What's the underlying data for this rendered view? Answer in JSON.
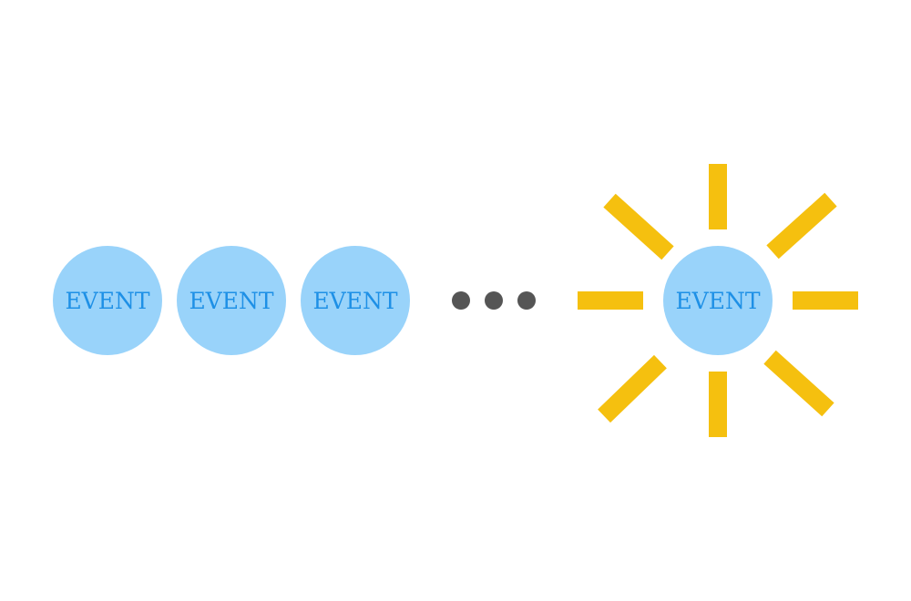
{
  "colors": {
    "event_fill": "#99d3fa",
    "event_text": "#1e90e6",
    "ellipsis_dot": "#555555",
    "burst_ray": "#f5c00f"
  },
  "events": [
    {
      "label": "EVENT"
    },
    {
      "label": "EVENT"
    },
    {
      "label": "EVENT"
    }
  ],
  "ellipsis": {
    "icon": "ellipsis-icon",
    "dot_count": 3
  },
  "highlighted_event": {
    "label": "EVENT",
    "icon": "sunburst-icon"
  }
}
